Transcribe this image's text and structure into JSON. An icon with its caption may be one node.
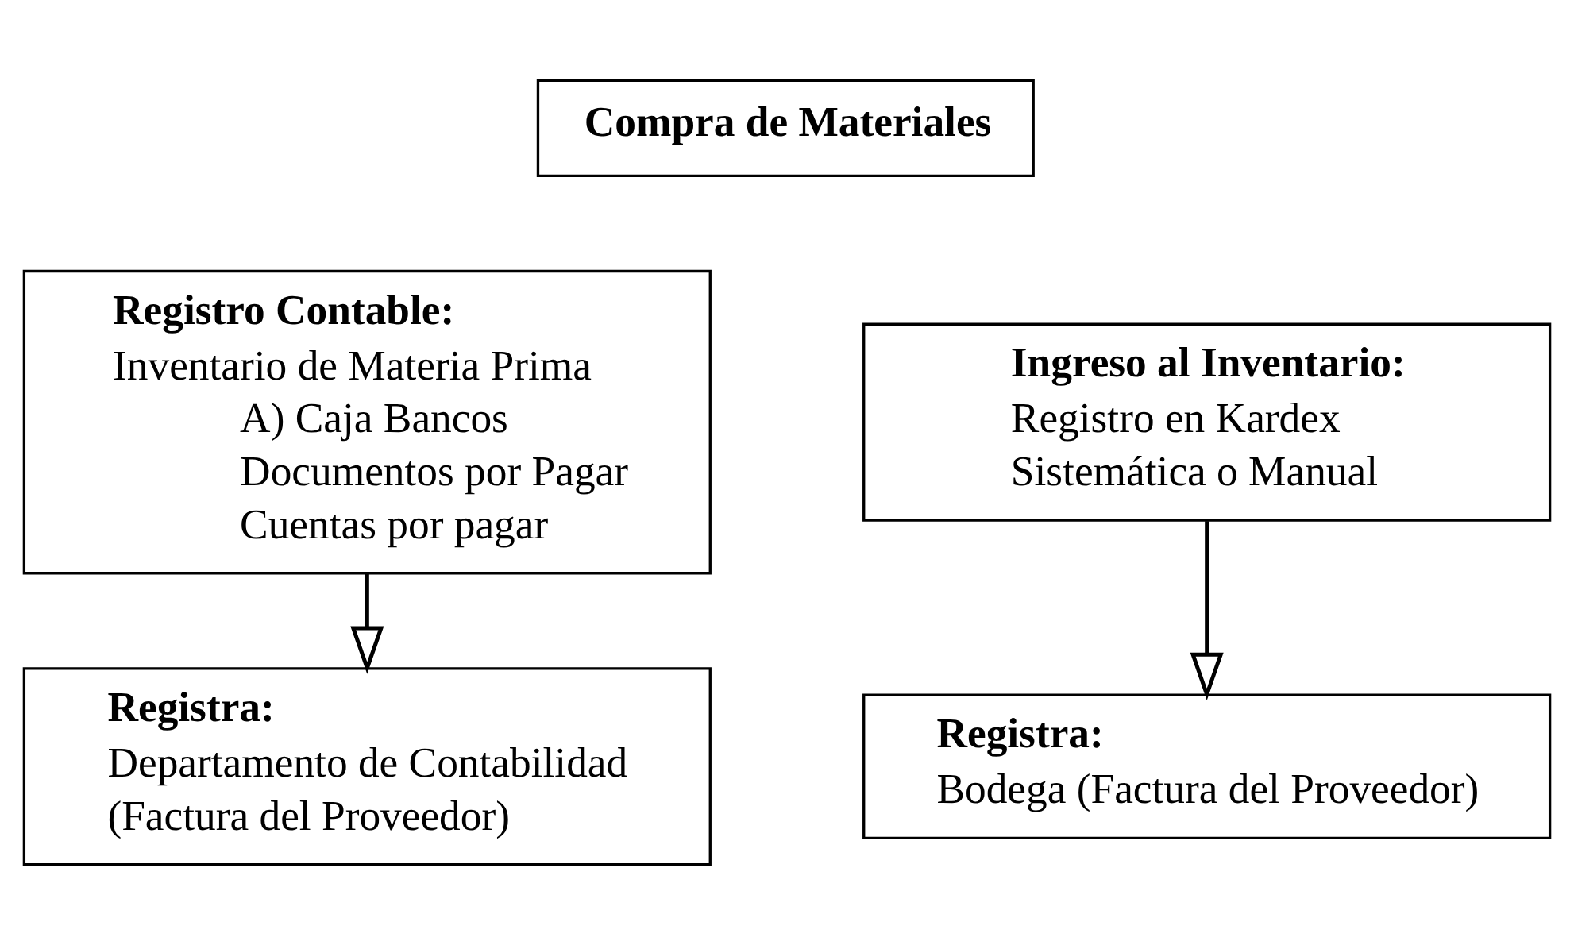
{
  "diagram": {
    "nodes": [
      {
        "text": [
          "Compra de Materiales"
        ]
      },
      {
        "text": [
          "Registro Contable:",
          "Inventario de Materia Prima",
          "A) Caja Bancos",
          "Documentos por Pagar",
          "Cuentas por pagar"
        ]
      },
      {
        "text": [
          "Ingreso al Inventario:",
          "Registro en Kardex",
          "Sistemática o Manual"
        ]
      },
      {
        "text": [
          "Registra:",
          "Departamento de Contabilidad",
          "(Factura del Proveedor)"
        ]
      },
      {
        "text": [
          "Registra:",
          "Bodega (Factura del Proveedor)"
        ]
      }
    ],
    "edges": [
      {
        "from": 1,
        "to": 3,
        "arrow": "to"
      },
      {
        "from": 2,
        "to": 4,
        "arrow": "to"
      }
    ]
  }
}
